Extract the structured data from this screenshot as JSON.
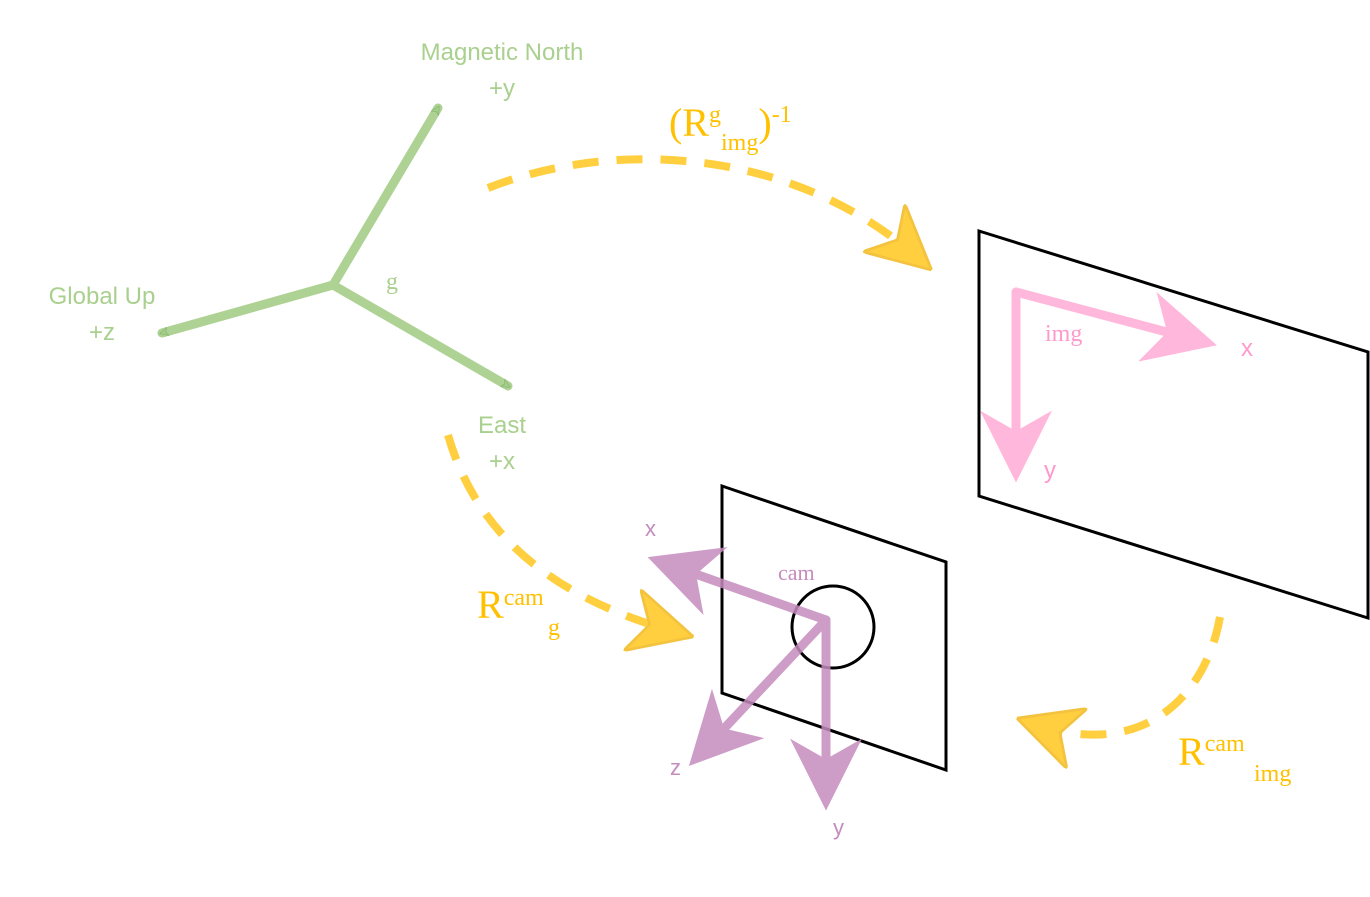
{
  "global_frame": {
    "origin_label": "g",
    "north": {
      "name": "Magnetic North",
      "axis": "+y"
    },
    "up": {
      "name": "Global Up",
      "axis": "+z"
    },
    "east": {
      "name": "East",
      "axis": "+x"
    }
  },
  "image_frame": {
    "origin_label": "img",
    "x_label": "x",
    "y_label": "y"
  },
  "camera_frame": {
    "origin_label": "cam",
    "x_label": "x",
    "y_label": "y",
    "z_label": "z"
  },
  "rotations": {
    "g_to_img": {
      "paren_open": "(",
      "base": "R",
      "sup": "g",
      "sub": "img",
      "paren_close": ")",
      "power": "-1"
    },
    "g_to_cam": {
      "base": "R",
      "sup": "cam",
      "sub": "g"
    },
    "img_to_cam": {
      "base": "R",
      "sup": "cam",
      "sub": "img"
    }
  },
  "colors": {
    "global": "#a9d08e",
    "image": "#ff99cc",
    "camera": "#c58cbf",
    "rotation": "#ffc000",
    "plane": "#000000"
  }
}
